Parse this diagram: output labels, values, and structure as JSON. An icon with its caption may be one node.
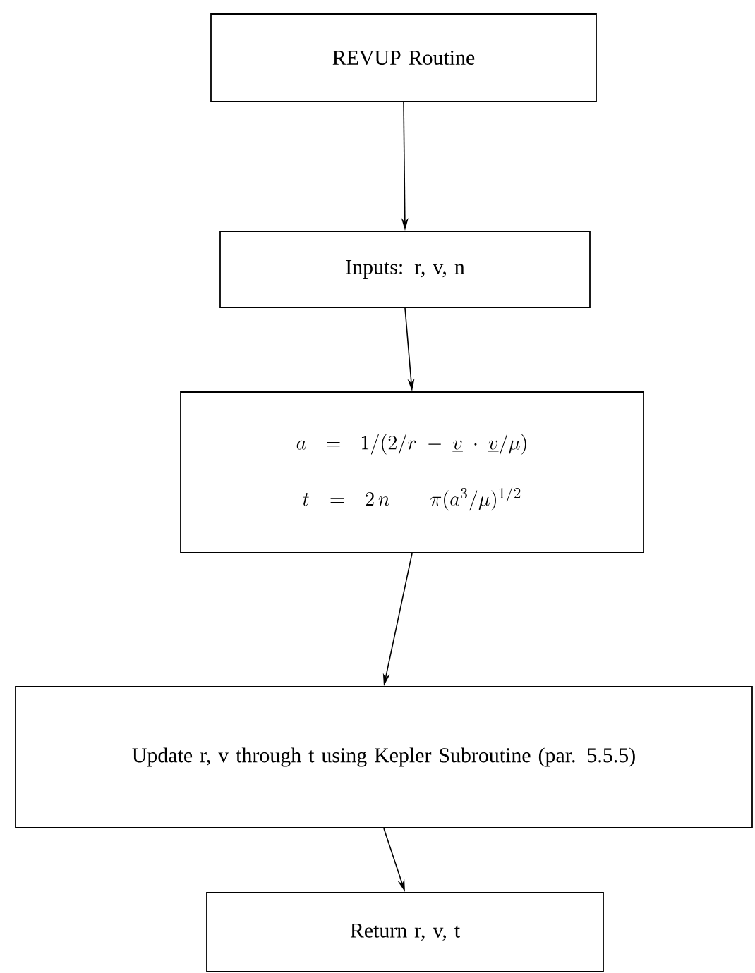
{
  "diagram": {
    "nodes": [
      {
        "text": [
          "REVUP Routine"
        ]
      },
      {
        "text": [
          "Inputs: r, v, n"
        ]
      },
      {
        "text": [
          "a = 1/ (2/r-\\underline{v} \\cdot \\underline{v}/\\mu)",
          "t = 2\\, n\\;\\; \\pi(a^3/\\mu)^{1/2}"
        ]
      },
      {
        "text": [
          "Update r, v through t using Kepler Subroutine (par. 5.5.5)"
        ]
      },
      {
        "text": [
          "Return r, v, t"
        ]
      }
    ],
    "edges": [
      {
        "from": 0,
        "to": 1,
        "arrow": "to"
      },
      {
        "from": 1,
        "to": 2,
        "arrow": "to"
      },
      {
        "from": 2,
        "to": 3,
        "arrow": "to"
      },
      {
        "from": 3,
        "to": 4,
        "arrow": "to"
      }
    ]
  }
}
